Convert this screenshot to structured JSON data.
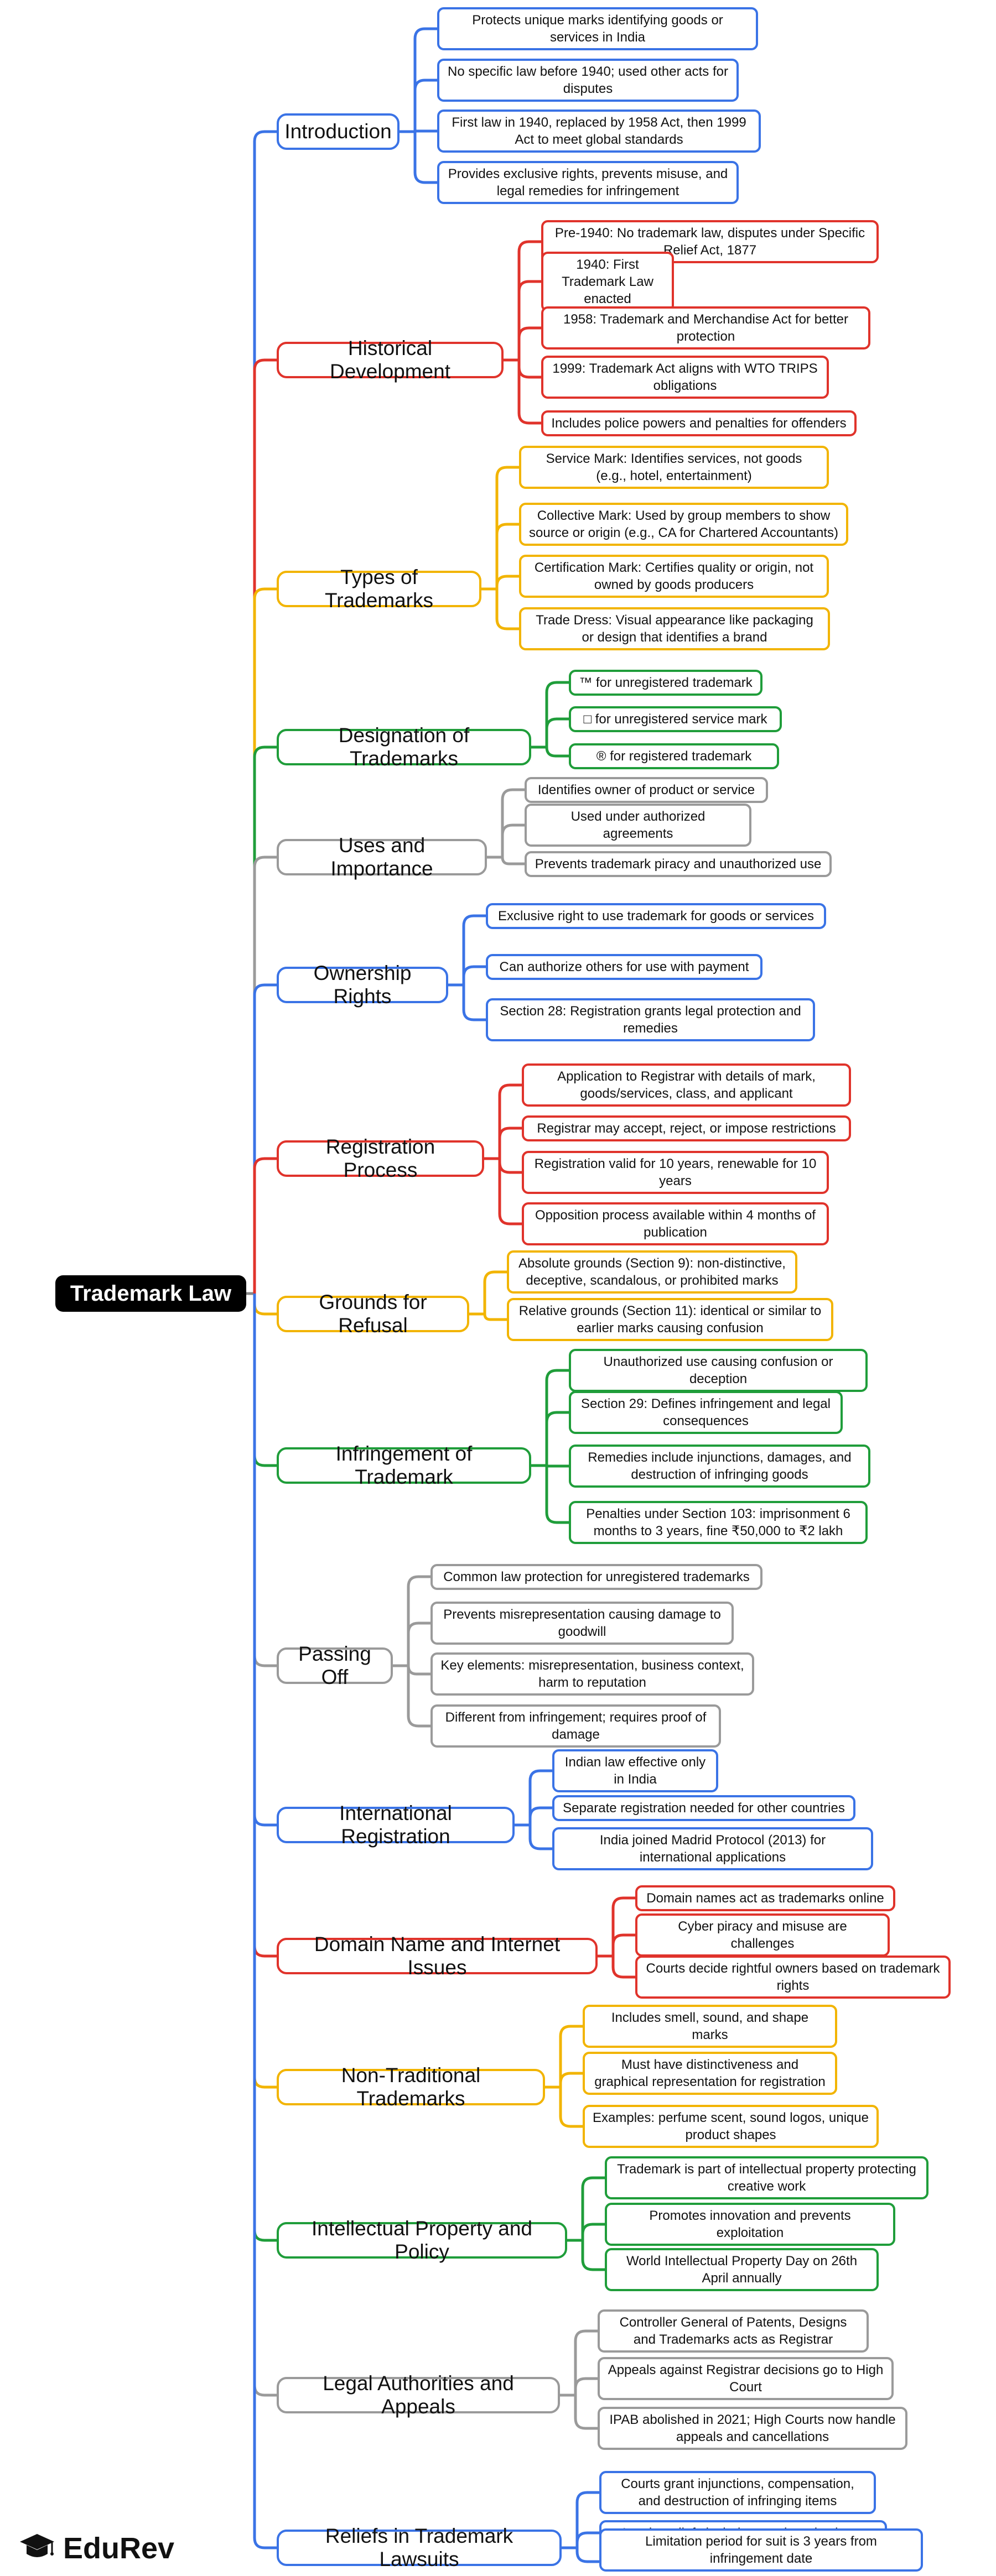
{
  "root": "Trademark Law",
  "logo_text": "EduRev",
  "colors": {
    "blue": "#3a73e6",
    "red": "#e0332b",
    "yellow": "#f2b400",
    "green": "#1f9d3a",
    "gray": "#9a9a9a"
  },
  "branches": [
    {
      "label": "Introduction",
      "color": "blue",
      "children": [
        "Protects unique marks identifying goods or services in India",
        "No specific law before 1940; used other acts for disputes",
        "First law in 1940, replaced by 1958 Act, then 1999 Act to meet global standards",
        "Provides exclusive rights, prevents misuse, and legal remedies for infringement"
      ]
    },
    {
      "label": "Historical Development",
      "color": "red",
      "children": [
        "Pre-1940: No trademark law, disputes under Specific Relief Act, 1877",
        "1940: First Trademark Law enacted",
        "1958: Trademark and Merchandise Act for better protection",
        "1999: Trademark Act aligns with WTO TRIPS obligations",
        "Includes police powers and penalties for offenders"
      ]
    },
    {
      "label": "Types of Trademarks",
      "color": "yellow",
      "children": [
        "Service Mark: Identifies services, not goods (e.g., hotel, entertainment)",
        "Collective Mark: Used by group members to show source or origin (e.g., CA for Chartered Accountants)",
        "Certification Mark: Certifies quality or origin, not owned by goods producers",
        "Trade Dress: Visual appearance like packaging or design that identifies a brand"
      ]
    },
    {
      "label": "Designation of Trademarks",
      "color": "green",
      "children": [
        "™ for unregistered trademark",
        "□ for unregistered service mark",
        "® for registered trademark"
      ]
    },
    {
      "label": "Uses and Importance",
      "color": "gray",
      "children": [
        "Identifies owner of product or service",
        "Used under authorized agreements",
        "Prevents trademark piracy and unauthorized use"
      ]
    },
    {
      "label": "Ownership Rights",
      "color": "blue",
      "children": [
        "Exclusive right to use trademark for goods or services",
        "Can authorize others for use with payment",
        "Section 28: Registration grants legal protection and remedies"
      ]
    },
    {
      "label": "Registration Process",
      "color": "red",
      "children": [
        "Application to Registrar with details of mark, goods/services, class, and applicant",
        "Registrar may accept, reject, or impose restrictions",
        "Registration valid for 10 years, renewable for 10 years",
        "Opposition process available within 4 months of publication"
      ]
    },
    {
      "label": "Grounds for Refusal",
      "color": "yellow",
      "children": [
        "Absolute grounds (Section 9): non-distinctive, deceptive, scandalous, or prohibited marks",
        "Relative grounds (Section 11): identical or similar to earlier marks causing confusion"
      ]
    },
    {
      "label": "Infringement of Trademark",
      "color": "green",
      "children": [
        "Unauthorized use causing confusion or deception",
        "Section 29: Defines infringement and legal consequences",
        "Remedies include injunctions, damages, and destruction of infringing goods",
        "Penalties under Section 103: imprisonment 6 months to 3 years, fine ₹50,000 to ₹2 lakh"
      ]
    },
    {
      "label": "Passing Off",
      "color": "gray",
      "children": [
        "Common law protection for unregistered trademarks",
        "Prevents misrepresentation causing damage to goodwill",
        "Key elements: misrepresentation, business context, harm to reputation",
        "Different from infringement; requires proof of damage"
      ]
    },
    {
      "label": "International Registration",
      "color": "blue",
      "children": [
        "Indian law effective only in India",
        "Separate registration needed for other countries",
        "India joined Madrid Protocol (2013) for international applications"
      ]
    },
    {
      "label": "Domain Name and Internet Issues",
      "color": "red",
      "children": [
        "Domain names act as trademarks online",
        "Cyber piracy and misuse are challenges",
        "Courts decide rightful owners based on trademark rights"
      ]
    },
    {
      "label": "Non-Traditional Trademarks",
      "color": "yellow",
      "children": [
        "Includes smell, sound, and shape marks",
        "Must have distinctiveness and graphical representation for registration",
        "Examples: perfume scent, sound logos, unique product shapes"
      ]
    },
    {
      "label": "Intellectual Property and Policy",
      "color": "green",
      "children": [
        "Trademark is part of intellectual property protecting creative work",
        "Promotes innovation and prevents exploitation",
        "World Intellectual Property Day on 26th April annually"
      ]
    },
    {
      "label": "Legal Authorities and Appeals",
      "color": "gray",
      "children": [
        "Controller General of Patents, Designs and Trademarks acts as Registrar",
        "Appeals against Registrar decisions go to High Court",
        "IPAB abolished in 2021; High Courts now handle appeals and cancellations"
      ]
    },
    {
      "label": "Reliefs in Trademark Lawsuits",
      "color": "blue",
      "children": [
        "Courts grant injunctions, compensation, and destruction of infringing items",
        "Interim reliefs include search and seizure",
        "Limitation period for suit is 3 years from infringement date"
      ]
    }
  ]
}
